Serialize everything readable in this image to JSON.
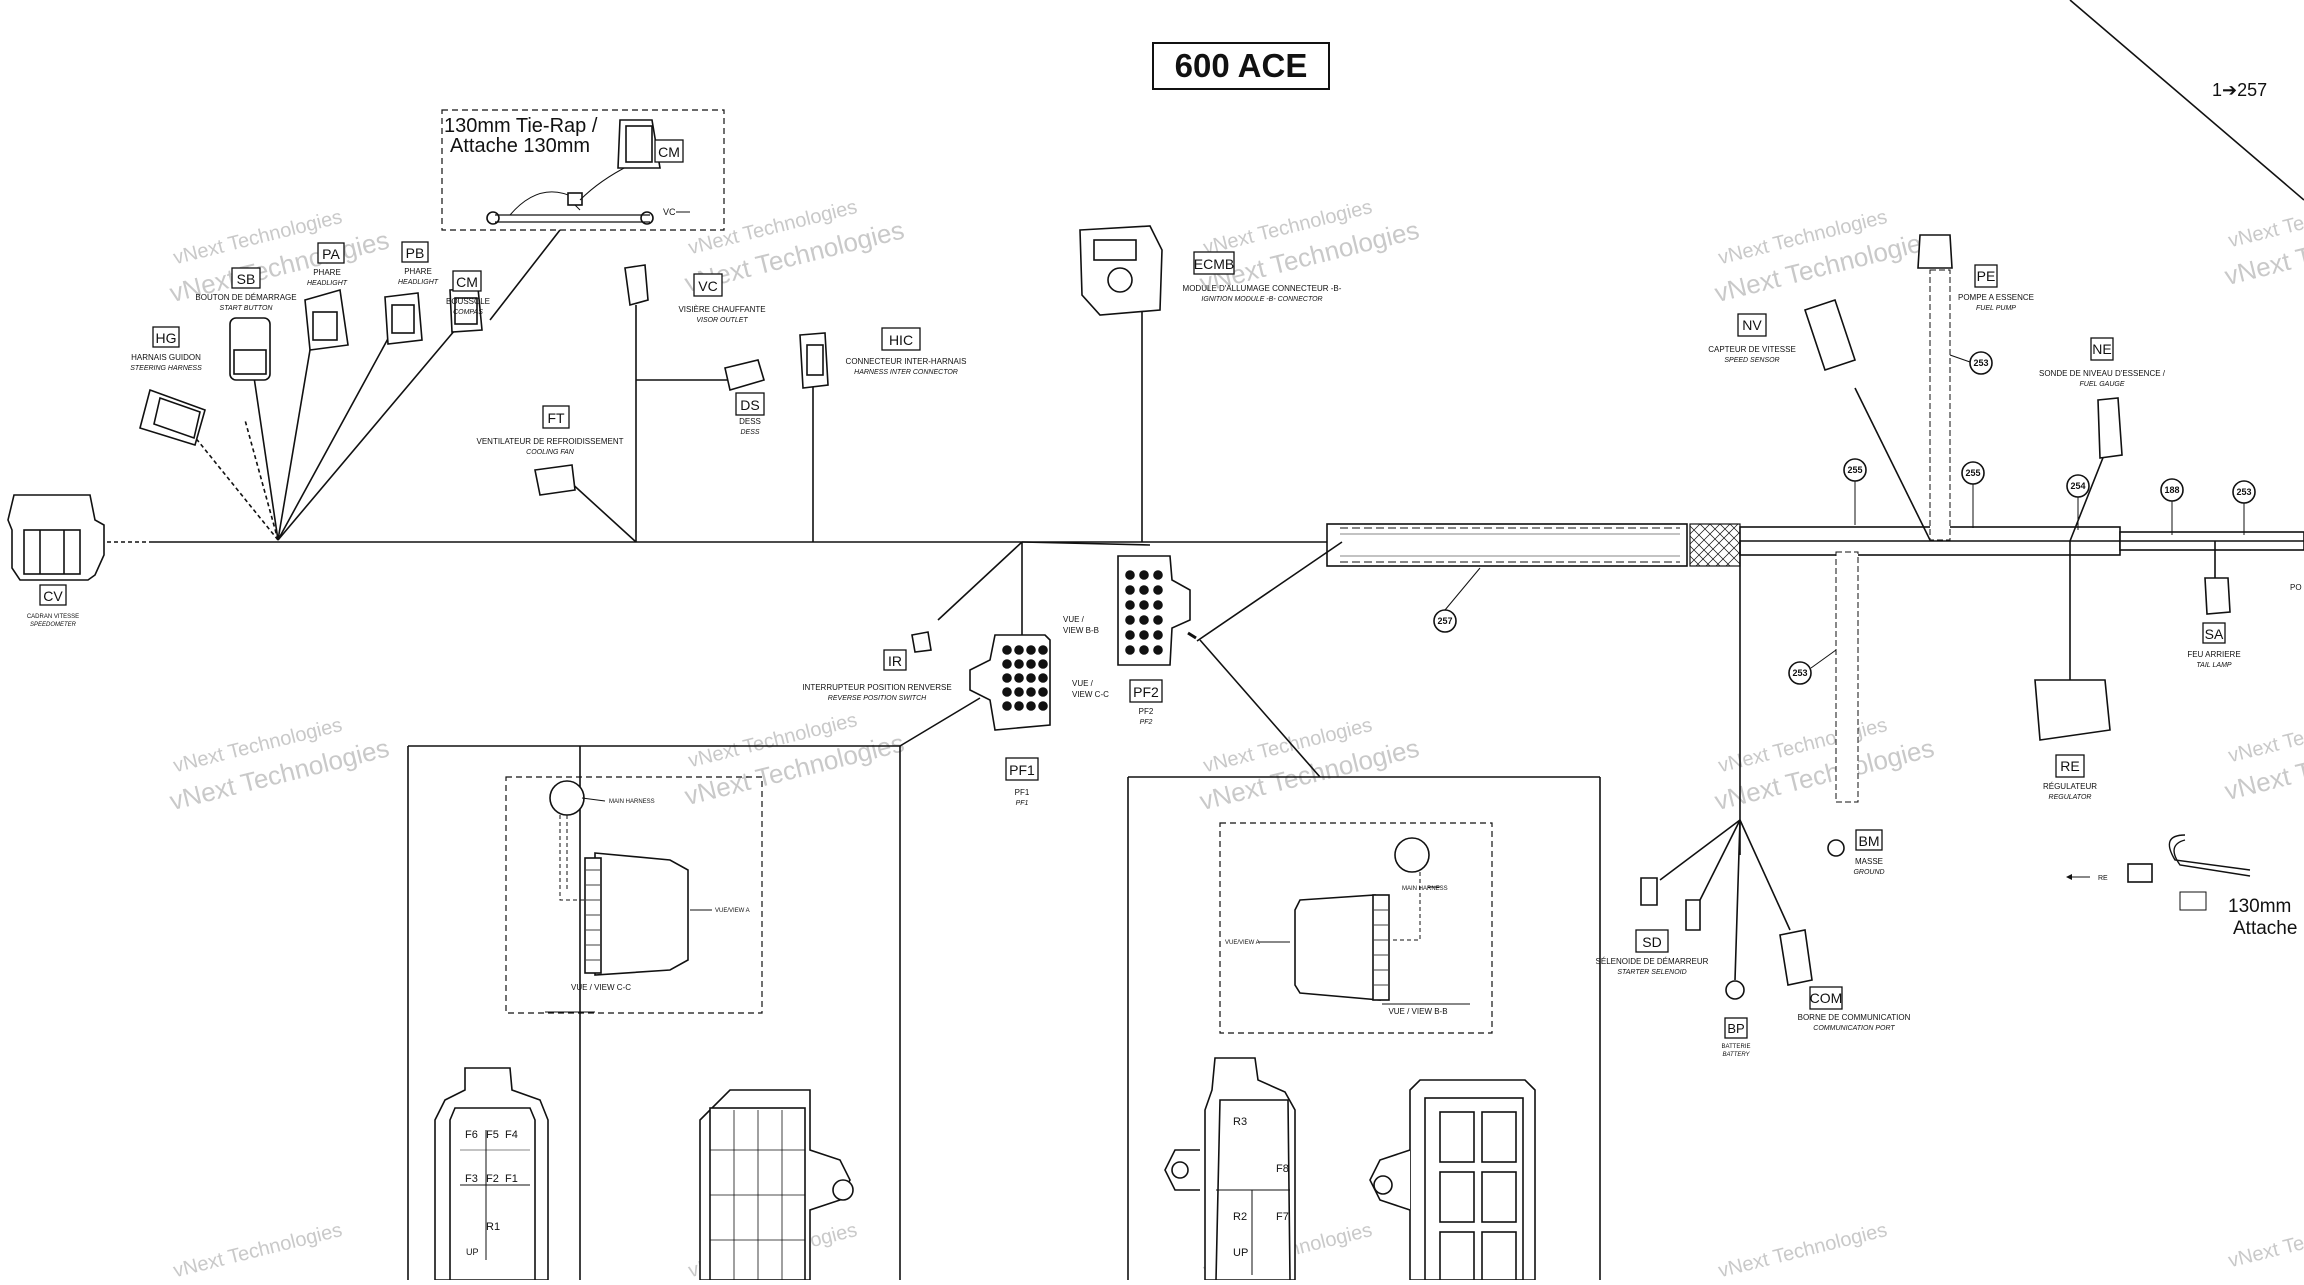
{
  "title": "600 ACE",
  "page_ref": "1➔257",
  "watermark": "vNext Technologies",
  "tie_rap_note": "130mm Tie-Rap /\nAttache 130mm",
  "tie_rap_note_right": "130mm\nAttache",
  "connectors": [
    {
      "code": "CM",
      "fr": "",
      "en": ""
    },
    {
      "code": "VC",
      "fr": "VISIÈRE CHAUFFANTE",
      "en": "VISOR OUTLET"
    },
    {
      "code": "HG",
      "fr": "HARNAIS GUIDON",
      "en": "STEERING HARNESS"
    },
    {
      "code": "SB",
      "fr": "BOUTON DE DÉMARRAGE",
      "en": "START BUTTON"
    },
    {
      "code": "PA",
      "fr": "PHARE",
      "en": "HEADLIGHT"
    },
    {
      "code": "PB",
      "fr": "PHARE",
      "en": "HEADLIGHT"
    },
    {
      "code": "CM",
      "fr": "BOUSSOLE",
      "en": "COMPAS"
    },
    {
      "code": "FT",
      "fr": "VENTILATEUR DE REFROIDISSEMENT",
      "en": "COOLING FAN"
    },
    {
      "code": "DS",
      "fr": "DESS",
      "en": "DESS"
    },
    {
      "code": "HIC",
      "fr": "CONNECTEUR INTER-HARNAIS",
      "en": "HARNESS INTER CONNECTOR"
    },
    {
      "code": "ECMB",
      "fr": "MODULE D'ALLUMAGE CONNECTEUR -B-",
      "en": "IGNITION MODULE -B- CONNECTOR"
    },
    {
      "code": "CV",
      "fr": "CADRAN VITESSE",
      "en": "SPEEDOMETER"
    },
    {
      "code": "IR",
      "fr": "INTERRUPTEUR POSITION RENVERSE",
      "en": "REVERSE POSITION SWITCH"
    },
    {
      "code": "PF1",
      "fr": "PF1",
      "en": "PF1"
    },
    {
      "code": "PF2",
      "fr": "PF2",
      "en": "PF2"
    },
    {
      "code": "NV",
      "fr": "CAPTEUR DE VITESSE",
      "en": "SPEED SENSOR"
    },
    {
      "code": "PE",
      "fr": "POMPE A ESSENCE",
      "en": "FUEL PUMP"
    },
    {
      "code": "NE",
      "fr": "SONDE DE NIVEAU D'ESSENCE /",
      "en": "FUEL GAUGE"
    },
    {
      "code": "SA",
      "fr": "FEU ARRIERE",
      "en": "TAIL LAMP"
    },
    {
      "code": "RE",
      "fr": "RÉGULATEUR",
      "en": "REGULATOR"
    },
    {
      "code": "BM",
      "fr": "MASSE",
      "en": "GROUND"
    },
    {
      "code": "SD",
      "fr": "SÉLENOIDE DE DÉMARREUR",
      "en": "STARTER SELENOID"
    },
    {
      "code": "BP",
      "fr": "BATTERIE",
      "en": "BATTERY"
    },
    {
      "code": "COM",
      "fr": "BORNE DE COMMUNICATION",
      "en": "COMMUNICATION PORT"
    }
  ],
  "views": {
    "vc": "VC",
    "view_bb": "VUE /\nVIEW B-B",
    "view_cc": "VUE /\nVIEW C-C",
    "view_a": "VUE/VIEW A",
    "main_harness": "MAIN HARNESS",
    "caption_cc": "VUE / VIEW C-C",
    "caption_bb": "VUE / VIEW B-B",
    "re_arrow": "RE",
    "sa_small": "SA",
    "cut_label": "PO"
  },
  "ref_numbers": [
    "253",
    "255",
    "255",
    "254",
    "188",
    "253",
    "257",
    "253"
  ],
  "pin_labels_left": [
    "F6",
    "F5",
    "F4",
    "F3",
    "F2",
    "F1",
    "R1",
    "UP"
  ],
  "pin_labels_right": [
    "R3",
    "F8",
    "R2",
    "F7",
    "UP"
  ]
}
